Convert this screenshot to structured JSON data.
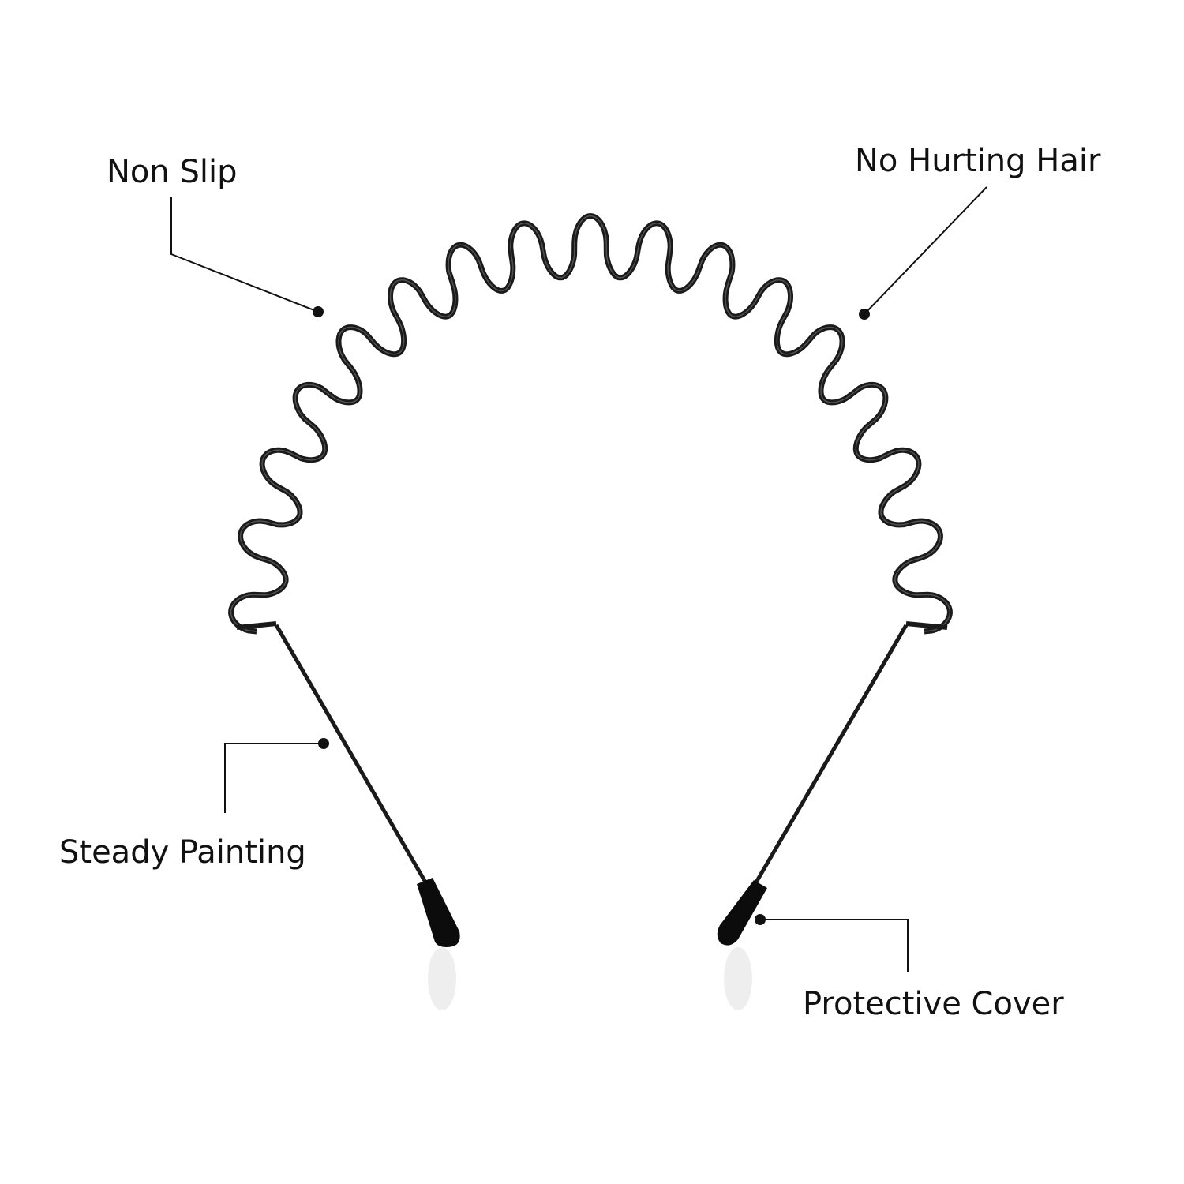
{
  "callouts": {
    "non_slip": "Non Slip",
    "no_hurting_hair": "No Hurting Hair",
    "steady_painting": "Steady Painting",
    "protective_cover": "Protective Cover"
  },
  "colors": {
    "line": "#111111",
    "band": "#1a1a1a",
    "background": "#ffffff"
  }
}
